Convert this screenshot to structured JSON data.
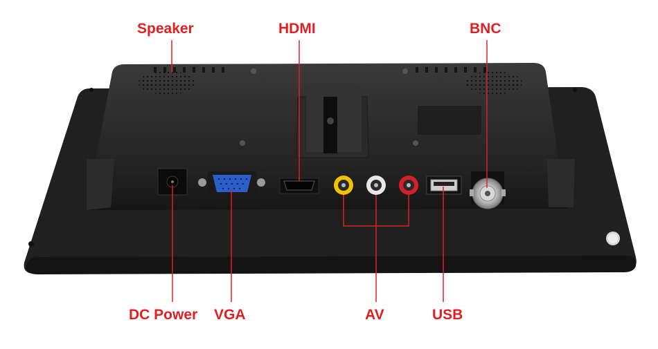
{
  "labels": {
    "speaker": "Speaker",
    "hdmi": "HDMI",
    "bnc": "BNC",
    "dc_power": "DC Power",
    "vga": "VGA",
    "av": "AV",
    "usb": "USB"
  },
  "colors": {
    "label": "#e02020",
    "leader_line": "#e02020",
    "case_dark": "#1a1a1a",
    "case_mid": "#2b2b2b",
    "case_light": "#3a3a3a",
    "vga_blue": "#2a5fc9",
    "rca_yellow": "#f2c200",
    "rca_white": "#e8e8e8",
    "rca_red": "#d4202a",
    "metal": "#b8b8b8"
  }
}
